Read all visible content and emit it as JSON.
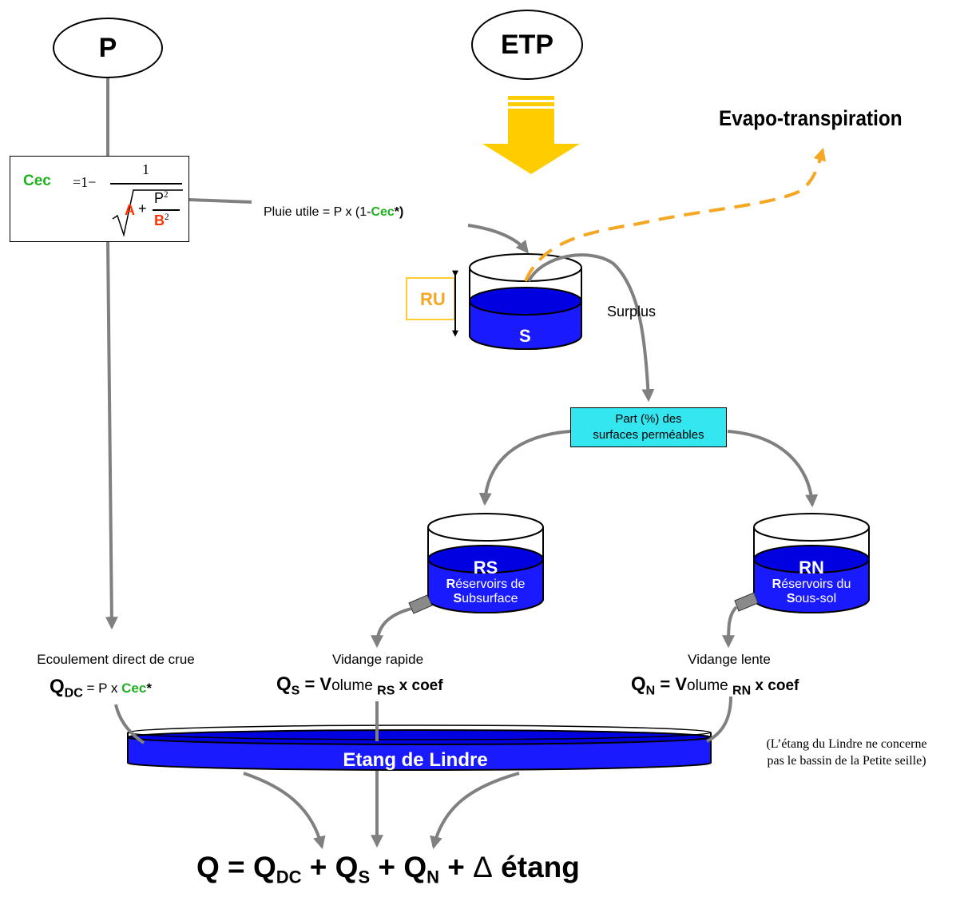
{
  "top": {
    "p_label": "P",
    "etp_label": "ETP",
    "evapo_label": "Evapo-transpiration"
  },
  "formula": {
    "cec": "Cec",
    "eq_one_minus": "=1−",
    "one": "1",
    "a": "A",
    "plus": "+",
    "p": "P",
    "p_exp": "2",
    "b": "B",
    "b_exp": "2"
  },
  "pluie": {
    "prefix": "Pluie utile = P x (1-",
    "cec": "Cec",
    "suffix": "*)"
  },
  "soil": {
    "ru": "RU",
    "s": "S",
    "surplus": "Surplus"
  },
  "part_box": {
    "line1": "Part (%) des",
    "line2": "surfaces perméables"
  },
  "rs": {
    "title": "RS",
    "l1_b": "R",
    "l1": "éservoirs de",
    "l2_b": "S",
    "l2": "ubsurface"
  },
  "rn": {
    "title": "RN",
    "l1_b": "R",
    "l1": "éservoirs du",
    "l2_b": "S",
    "l2": "ous-sol"
  },
  "qdc": {
    "caption": "Ecoulement direct de crue",
    "q": "Q",
    "sub": "DC",
    "eq": " = P x ",
    "cec": "Cec",
    "star": "*"
  },
  "qs": {
    "caption": "Vidange rapide",
    "q": "Q",
    "sub": "S",
    "eq": " = ",
    "v": "V",
    "vol": "olume ",
    "vsub": "RS",
    "coef": " x coef"
  },
  "qn": {
    "caption": "Vidange lente",
    "q": "Q",
    "sub": "N",
    "eq": " = ",
    "v": "V",
    "vol": "olume ",
    "vsub": "RN",
    "coef": " x coef"
  },
  "etang": {
    "label": "Etang de Lindre",
    "note1": "(L’étang du Lindre ne concerne",
    "note2": "pas le bassin de la Petite seille)"
  },
  "final": {
    "q": "Q = Q",
    "dc": "DC",
    "p1": " + Q",
    "s": "S",
    "p2": " + Q",
    "n": "N",
    "p3": " + ",
    "delta": "Δ",
    "etang": " étang"
  },
  "colors": {
    "water": "#1a1aff",
    "water_dark": "#0000cc",
    "arrow_gray": "#808080",
    "green": "#20b020",
    "red": "#ff3300",
    "orange": "#f5a623",
    "yellow": "#ffcc00",
    "cyan": "#33e6f0"
  }
}
